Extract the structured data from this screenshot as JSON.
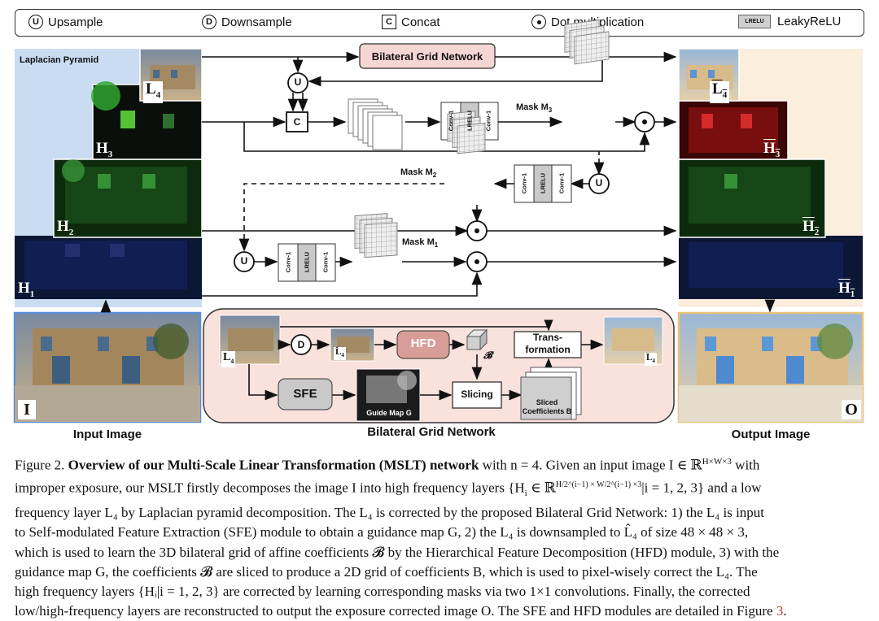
{
  "legend": {
    "upsample_symbol": "U",
    "upsample": "Upsample",
    "downsample_symbol": "D",
    "downsample": "Downsample",
    "concat_symbol": "C",
    "concat": "Concat",
    "dot": "Dot multiplication",
    "lrelu_chip": "LRELU",
    "lrelu": "LeakyReLU"
  },
  "diagram": {
    "laplacian_pyramid": "Laplacian Pyramid",
    "h1": "H",
    "h1_sub": "1",
    "h2": "H",
    "h2_sub": "2",
    "h3": "H",
    "h3_sub": "3",
    "l4": "L",
    "l4_sub": "4",
    "out_h1": "H",
    "out_h1_sub": "1",
    "out_h2": "H",
    "out_h2_sub": "2",
    "out_h3": "H",
    "out_h3_sub": "3",
    "out_l4": "L",
    "out_l4_sub": "4",
    "input_letter": "I",
    "output_letter": "O",
    "bilateral_grid_network_box": "Bilateral Grid Network",
    "concat_node": "C",
    "up_node": "U",
    "conv1": "Conv-1",
    "lrelu": "LRELU",
    "mask_m3": "Mask M",
    "mask_m3_sub": "3",
    "mask_m2": "Mask M",
    "mask_m2_sub": "2",
    "mask_m1": "Mask M",
    "mask_m1_sub": "1",
    "input_image": "Input Image",
    "output_image": "Output Image",
    "bgn_title": "Bilateral Grid  Network",
    "bgn_l4": "L",
    "bgn_l4_sub": "4",
    "bgn_d": "D",
    "bgn_lhat": "L̂",
    "bgn_lhat_sub": "4",
    "hfd": "HFD",
    "b_symbol": "𝓑",
    "transformation": "Trans-\nformation",
    "bgn_lbar": "L̄",
    "bgn_lbar_sub": "4",
    "sfe": "SFE",
    "guide_map": "Guide Map G",
    "slicing": "Slicing",
    "sliced_coeff": "Sliced\nCoefficients B"
  },
  "caption": {
    "fig_label": "Figure 2.",
    "bold_title": "Overview of our Multi-Scale Linear Transformation (MSLT) network",
    "line1_rest": " with n = 4. Given an input image I ∈ ℝ",
    "line1_sup": "H×W×3",
    "line1_end": " with",
    "line2": "improper exposure, our MSLT firstly decomposes the image I into high frequency layers {H",
    "line2_b": " ∈ ℝ",
    "line2_sup": "H/2^(i−1) × W/2^(i−1) ×3",
    "line2_c": "|i = 1, 2, 3} and a low",
    "line3": "frequency layer L₄ by Laplacian pyramid decomposition. The L₄ is corrected by the proposed Bilateral Grid Network: 1) the L₄ is input",
    "line4": "to Self-modulated Feature Extraction (SFE) module to obtain a guidance map G, 2) the L₄ is downsampled to L̂₄ of size 48 × 48 × 3,",
    "line5": "which is used to learn the 3D bilateral grid of affine coefficients 𝓑 by the Hierarchical Feature Decomposition (HFD) module, 3) with the",
    "line6": "guidance map G, the coefficients 𝓑 are sliced to produce a 2D grid of coefficients B, which is used to pixel-wisely correct the L₄. The",
    "line7": "high frequency layers {Hᵢ|i = 1, 2, 3} are corrected by learning corresponding masks via two 1×1 convolutions. Finally, the corrected",
    "line8a": "low/high-frequency layers are reconstructed to output the exposure corrected image O. The SFE and HFD modules are detailed in Figure ",
    "line8_ref": "3",
    "line8b": "."
  },
  "colors": {
    "pyramid_bg": "#c9dcf2",
    "output_bg": "#fbeedd",
    "input_border": "#5b8fd6",
    "output_border": "#eac27a",
    "bgn_box_fill": "#f6d6d3",
    "bgn_panel_fill": "#f9e1dc",
    "module_fill": "#c9c9c9",
    "hfd_fill": "#d89d97",
    "caption_ref": "#c0392b"
  }
}
